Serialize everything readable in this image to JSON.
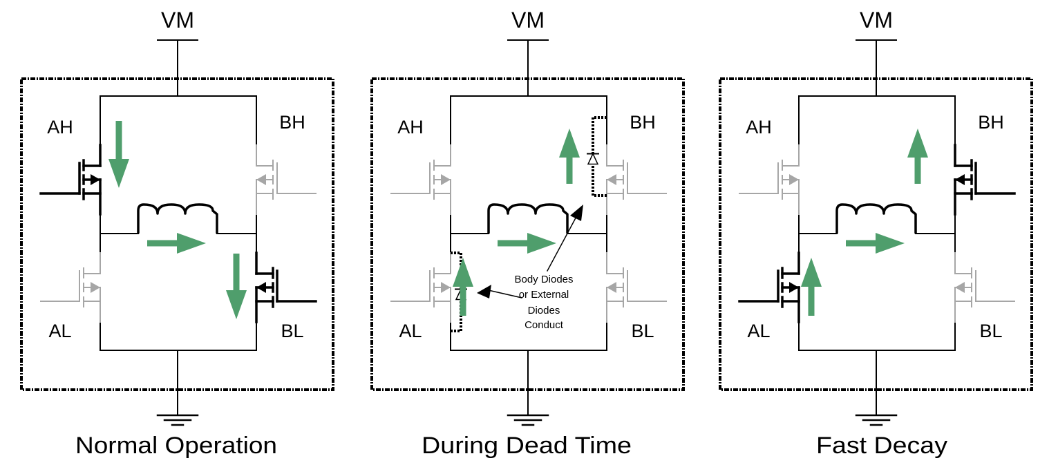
{
  "colors": {
    "on": "#000000",
    "off": "#a6a6a6",
    "arrow": "#4f9e6c",
    "background": "#ffffff"
  },
  "supply_label": "VM",
  "panels": [
    {
      "caption": "Normal Operation",
      "labels": {
        "ah": "AH",
        "bh": "BH",
        "al": "AL",
        "bl": "BL"
      },
      "switches": {
        "ah": "on",
        "bh": "off",
        "al": "off",
        "bl": "on"
      },
      "diodes": {
        "bh": false,
        "al": false
      },
      "current_arrows": [
        "ah-down",
        "coil-right",
        "bl-down"
      ],
      "annotation": null
    },
    {
      "caption": "During Dead Time",
      "labels": {
        "ah": "AH",
        "bh": "BH",
        "al": "AL",
        "bl": "BL"
      },
      "switches": {
        "ah": "off",
        "bh": "off",
        "al": "off",
        "bl": "off"
      },
      "diodes": {
        "bh": true,
        "al": true
      },
      "current_arrows": [
        "bh-up",
        "coil-right",
        "al-up"
      ],
      "annotation": {
        "lines": [
          "Body Diodes",
          "or External",
          "Diodes",
          "Conduct"
        ]
      }
    },
    {
      "caption": "Fast Decay",
      "labels": {
        "ah": "AH",
        "bh": "BH",
        "al": "AL",
        "bl": "BL"
      },
      "switches": {
        "ah": "off",
        "bh": "on",
        "al": "on",
        "bl": "off"
      },
      "diodes": {
        "bh": false,
        "al": false
      },
      "current_arrows": [
        "bh-up",
        "coil-right",
        "al-up"
      ],
      "annotation": null
    }
  ]
}
